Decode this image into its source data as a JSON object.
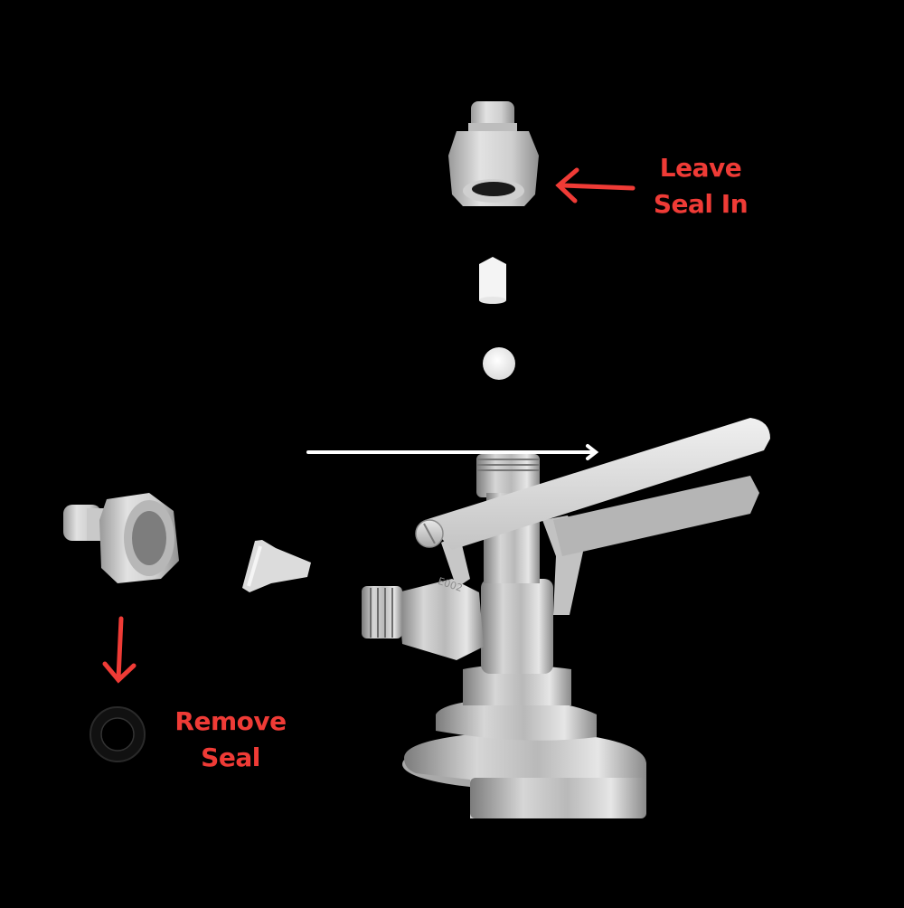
{
  "scene": {
    "background_color": "#000000",
    "annotation_color": "#ef3b36",
    "guide_arrow_color": "#ffffff"
  },
  "annotations": {
    "leave_seal": {
      "line1": "Leave",
      "line2": "Seal In"
    },
    "remove_seal": {
      "line1": "Remove",
      "line2": "Seal"
    }
  },
  "parts": {
    "top_fitting": "grey-plastic-threaded-fitting",
    "check_valve_cap": "white-valve-cap",
    "check_ball": "white-ball",
    "side_fitting": "grey-plastic-threaded-fitting",
    "duckbill_valve": "translucent-duckbill-valve",
    "o_ring": "black-rubber-seal",
    "coupler": "stainless-keg-coupler",
    "coupler_engraving": "E002"
  }
}
